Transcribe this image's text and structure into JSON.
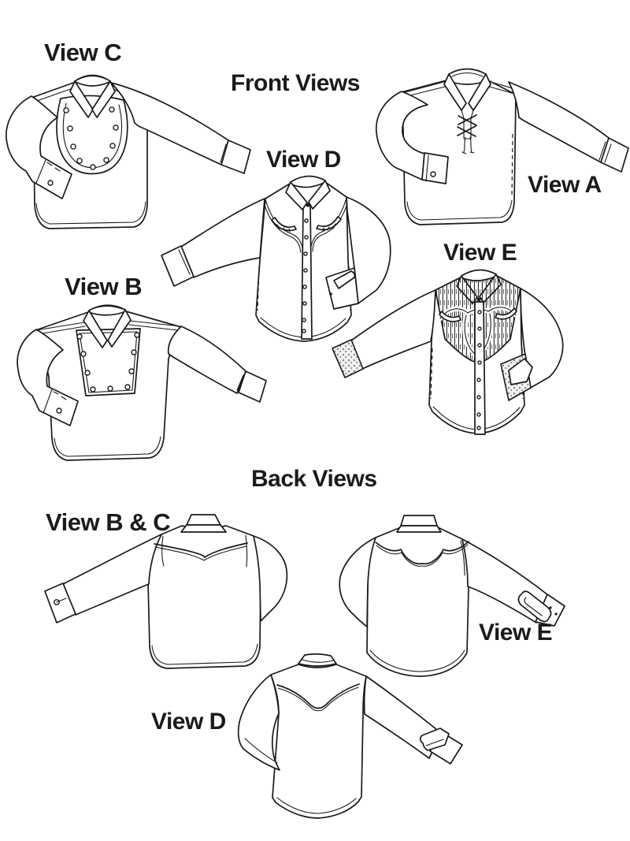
{
  "palette": {
    "background": "#ffffff",
    "ink": "#1a1a1a"
  },
  "sheet": {
    "front_section": {
      "title": "Front Views",
      "labels": {
        "view_c": "View C",
        "view_d": "View D",
        "view_a": "View A",
        "view_e": "View E",
        "view_b": "View B"
      }
    },
    "back_section": {
      "title": "Back Views",
      "labels": {
        "view_bc": "View B & C",
        "view_e": "View E",
        "view_d": "View D"
      }
    }
  }
}
